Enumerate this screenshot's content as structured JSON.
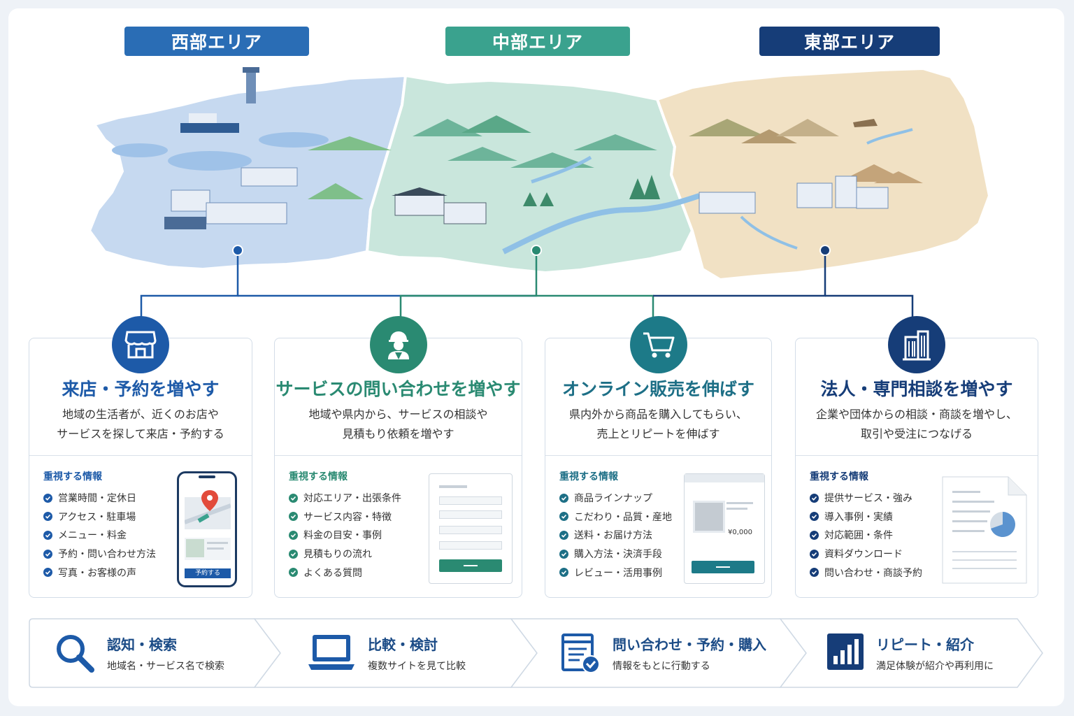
{
  "regions": [
    {
      "label": "西部エリア",
      "color": "#2a6db5"
    },
    {
      "label": "中部エリア",
      "color": "#3aa28e"
    },
    {
      "label": "東部エリア",
      "color": "#163d78"
    }
  ],
  "cards": [
    {
      "icon": "storefront-icon",
      "accent": "#1d5aa8",
      "title": "来店・予約を増やす",
      "desc": [
        "地域の生活者が、近くのお店や",
        "サービスを探して来店・予約する"
      ],
      "sub_label": "重視する情報",
      "items": [
        "営業時間・定休日",
        "アクセス・駐車場",
        "メニュー・料金",
        "予約・問い合わせ方法",
        "写真・お客様の声"
      ]
    },
    {
      "icon": "service-worker-icon",
      "accent": "#2a8a72",
      "title": "サービスの問い合わせを増やす",
      "desc": [
        "地域や県内から、サービスの相談や",
        "見積もり依頼を増やす"
      ],
      "sub_label": "重視する情報",
      "items": [
        "対応エリア・出張条件",
        "サービス内容・特徴",
        "料金の目安・事例",
        "見積もりの流れ",
        "よくある質問"
      ]
    },
    {
      "icon": "shopping-cart-icon",
      "accent": "#1d6f86",
      "title": "オンライン販売を伸ばす",
      "desc": [
        "県内外から商品を購入してもらい、",
        "売上とリピートを伸ばす"
      ],
      "sub_label": "重視する情報",
      "items": [
        "商品ラインナップ",
        "こだわり・品質・産地",
        "送料・お届け方法",
        "購入方法・決済手段",
        "レビュー・活用事例"
      ]
    },
    {
      "icon": "office-building-icon",
      "accent": "#163d78",
      "title": "法人・専門相談を増やす",
      "desc": [
        "企業や団体からの相談・商談を増やし、",
        "取引や受注につなげる"
      ],
      "sub_label": "重視する情報",
      "items": [
        "提供サービス・強み",
        "導入事例・実績",
        "対応範囲・条件",
        "資料ダウンロード",
        "問い合わせ・商談予約"
      ]
    }
  ],
  "phone_button": "予約する",
  "product_price": "¥0,000",
  "flow": [
    {
      "icon": "search-icon",
      "title": "認知・検索",
      "desc": "地域名・サービス名で検索"
    },
    {
      "icon": "laptop-icon",
      "title": "比較・検討",
      "desc": "複数サイトを見て比較"
    },
    {
      "icon": "form-check-icon",
      "title": "問い合わせ・予約・購入",
      "desc": "情報をもとに行動する"
    },
    {
      "icon": "bar-chart-icon",
      "title": "リピート・紹介",
      "desc": "満足体験が紹介や再利用に"
    }
  ]
}
